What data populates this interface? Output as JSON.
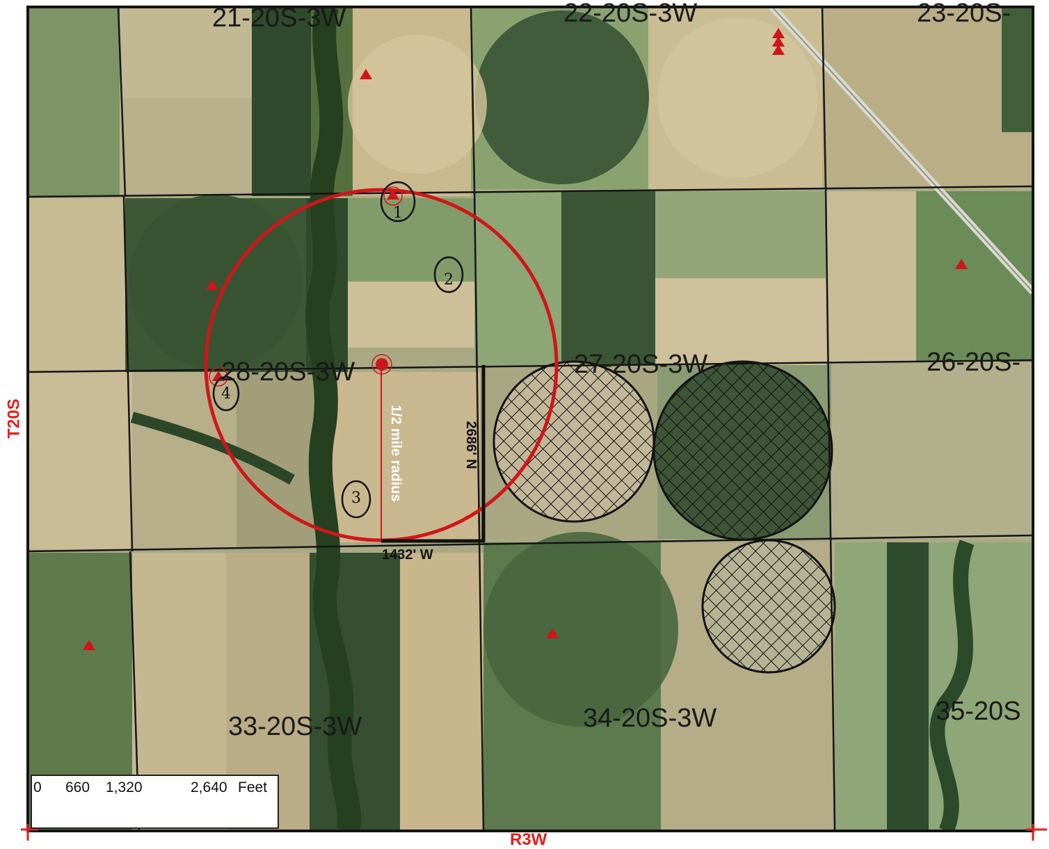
{
  "map": {
    "sections": [
      {
        "label": "21-20S-3W"
      },
      {
        "label": "22-20S-3W"
      },
      {
        "label": "23-20S-"
      },
      {
        "label": "28-20S-3W"
      },
      {
        "label": "27-20S-3W"
      },
      {
        "label": "26-20S-"
      },
      {
        "label": "33-20S-3W"
      },
      {
        "label": "34-20S-3W"
      },
      {
        "label": "35-20S"
      }
    ],
    "township_label": "T20S",
    "range_label": "R3W",
    "radius_label": "1/2 mile radius",
    "north_offset_label": "2686' N",
    "west_offset_label": "1432' W",
    "handwritten_numbers": [
      "1",
      "2",
      "3",
      "4"
    ],
    "scale_bar": {
      "ticks": [
        "0",
        "660",
        "1,320",
        "2,640"
      ],
      "unit": "Feet"
    },
    "colors": {
      "radius_circle": "#d0161a",
      "well_marker": "#d0161a",
      "grid_line": "#141414",
      "township_label": "#e0201c"
    },
    "icons": {
      "well_marker": "red-triangle-icon",
      "site_marker": "red-dot-icon"
    }
  }
}
